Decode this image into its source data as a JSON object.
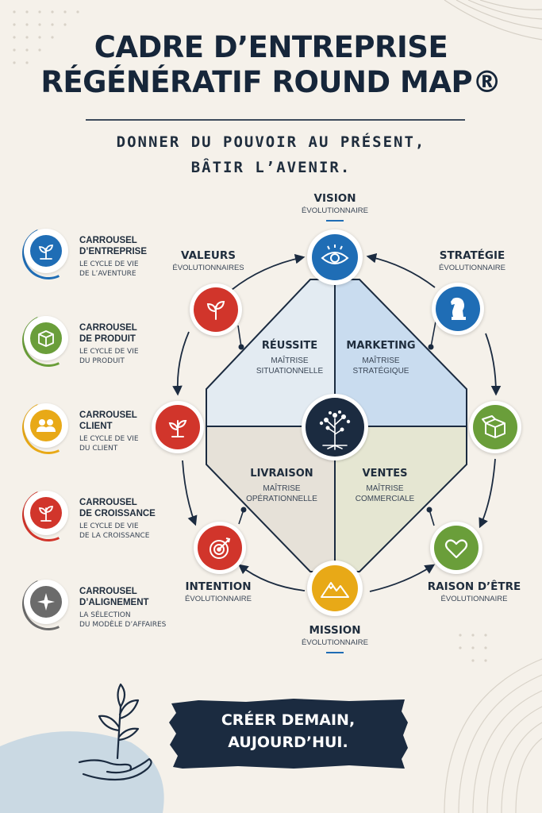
{
  "header": {
    "title_line1": "CADRE D’ENTREPRISE",
    "title_line2": "RÉGÉNÉRATIF ROUND MAP®",
    "subtitle_line1": "DONNER DU POUVOIR AU PRÉSENT,",
    "subtitle_line2": "BÂTIR L’AVENIR."
  },
  "carousels": [
    {
      "title1": "CARROUSEL",
      "title2": "D’ENTREPRISE",
      "sub1": "LE CYCLE DE VIE",
      "sub2": "DE L’AVENTURE",
      "color": "#1f6db5",
      "icon": "sprout-icon"
    },
    {
      "title1": "CARROUSEL",
      "title2": "DE PRODUIT",
      "sub1": "LE CYCLE DE VIE",
      "sub2": "DU PRODUIT",
      "color": "#6a9e3a",
      "icon": "box-icon"
    },
    {
      "title1": "CARROUSEL",
      "title2": "CLIENT",
      "sub1": "LE CYCLE DE VIE",
      "sub2": "DU CLIENT",
      "color": "#e8a917",
      "icon": "people-icon"
    },
    {
      "title1": "CARROUSEL",
      "title2": "DE CROISSANCE",
      "sub1": "LE CYCLE DE VIE",
      "sub2": "DE LA CROISSANCE",
      "color": "#d1352b",
      "icon": "sprout-icon"
    },
    {
      "title1": "CARROUSEL",
      "title2": "D’ALIGNEMENT",
      "sub1": "LA SÉLECTION",
      "sub2": "DU MODÈLE D’AFFAIRES",
      "color": "#6b6b6b",
      "icon": "compass-icon"
    }
  ],
  "quadrants": [
    {
      "title": "RÉUSSITE",
      "sub1": "MAÎTRISE",
      "sub2": "SITUATIONNELLE"
    },
    {
      "title": "MARKETING",
      "sub1": "MAÎTRISE",
      "sub2": "STRATÉGIQUE"
    },
    {
      "title": "LIVRAISON",
      "sub1": "MAÎTRISE",
      "sub2": "OPÉRATIONNELLE"
    },
    {
      "title": "VENTES",
      "sub1": "MAÎTRISE",
      "sub2": "COMMERCIALE"
    }
  ],
  "nodes": {
    "vision": {
      "title": "VISION",
      "sub": "ÉVOLUTIONNAIRE",
      "color": "#1f6db5"
    },
    "strategie": {
      "title": "STRATÉGIE",
      "sub": "ÉVOLUTIONNAIRE",
      "color": "#1f6db5"
    },
    "valeurs": {
      "title": "VALEURS",
      "sub": "ÉVOLUTIONNAIRES",
      "color": "#d1352b"
    },
    "raison": {
      "title": "RAISON D’ÊTRE",
      "sub": "ÉVOLUTIONNAIRE",
      "color": "#6a9e3a"
    },
    "intention": {
      "title": "INTENTION",
      "sub": "ÉVOLUTIONNAIRE",
      "color": "#d1352b"
    },
    "mission": {
      "title": "MISSION",
      "sub": "ÉVOLUTIONNAIRE",
      "color": "#e8a917"
    }
  },
  "cta": {
    "line1": "CRÉER DEMAIN,",
    "line2": "AUJOURD’HUI."
  },
  "colors": {
    "navy": "#1b2b40",
    "blue": "#1f6db5",
    "green": "#6a9e3a",
    "yellow": "#e8a917",
    "red": "#d1352b",
    "grey": "#6b6b6b"
  }
}
